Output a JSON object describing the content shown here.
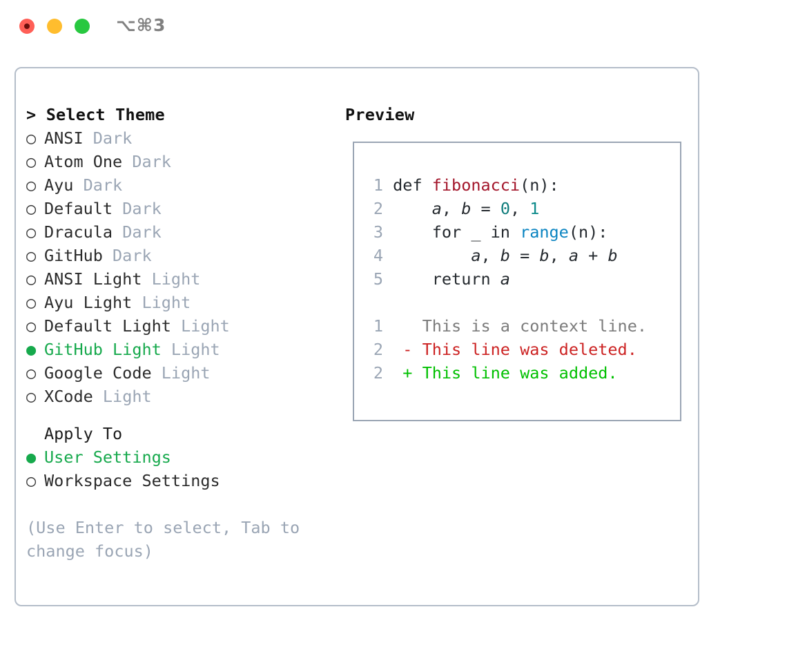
{
  "titlebar": {
    "shortcut": "⌥⌘3",
    "buttons": [
      {
        "name": "close",
        "color": "#ff5f57"
      },
      {
        "name": "minimize",
        "color": "#ffbd2e"
      },
      {
        "name": "zoom",
        "color": "#28c840"
      }
    ]
  },
  "theme_list": {
    "header": "> Select Theme",
    "bullet_empty": "○",
    "bullet_filled": "●",
    "items": [
      {
        "bullet": "○",
        "label": "ANSI",
        "tag": "Dark",
        "selected": false
      },
      {
        "bullet": "○",
        "label": "Atom One",
        "tag": "Dark",
        "selected": false
      },
      {
        "bullet": "○",
        "label": "Ayu",
        "tag": "Dark",
        "selected": false
      },
      {
        "bullet": "○",
        "label": "Default",
        "tag": "Dark",
        "selected": false
      },
      {
        "bullet": "○",
        "label": "Dracula",
        "tag": "Dark",
        "selected": false
      },
      {
        "bullet": "○",
        "label": "GitHub",
        "tag": "Dark",
        "selected": false
      },
      {
        "bullet": "○",
        "label": "ANSI Light",
        "tag": "Light",
        "selected": false
      },
      {
        "bullet": "○",
        "label": "Ayu Light",
        "tag": "Light",
        "selected": false
      },
      {
        "bullet": "○",
        "label": "Default Light",
        "tag": "Light",
        "selected": false
      },
      {
        "bullet": "●",
        "label": "GitHub Light",
        "tag": "Light",
        "selected": true
      },
      {
        "bullet": "○",
        "label": "Google Code",
        "tag": "Light",
        "selected": false
      },
      {
        "bullet": "○",
        "label": "XCode",
        "tag": "Light",
        "selected": false
      }
    ]
  },
  "apply_to": {
    "header": "Apply To",
    "items": [
      {
        "bullet": "●",
        "label": "User Settings",
        "selected": true
      },
      {
        "bullet": "○",
        "label": "Workspace Settings",
        "selected": false
      }
    ]
  },
  "hint": "(Use Enter to select, Tab to change focus)",
  "preview": {
    "title": "Preview",
    "code_lines": [
      {
        "no": "1",
        "segments": [
          {
            "text": "def ",
            "style": "tok-def"
          },
          {
            "text": "fibonacci",
            "style": "tok-fn"
          },
          {
            "text": "(n):",
            "style": "tok-def"
          }
        ]
      },
      {
        "no": "2",
        "segments": [
          {
            "text": "    ",
            "style": "tok-def"
          },
          {
            "text": "a",
            "style": "tok-var"
          },
          {
            "text": ", ",
            "style": "tok-def"
          },
          {
            "text": "b",
            "style": "tok-var"
          },
          {
            "text": " = ",
            "style": "tok-def"
          },
          {
            "text": "0",
            "style": "tok-num"
          },
          {
            "text": ", ",
            "style": "tok-def"
          },
          {
            "text": "1",
            "style": "tok-num2"
          }
        ]
      },
      {
        "no": "3",
        "segments": [
          {
            "text": "    for _ in ",
            "style": "tok-kw"
          },
          {
            "text": "range",
            "style": "tok-call"
          },
          {
            "text": "(n):",
            "style": "tok-def"
          }
        ]
      },
      {
        "no": "4",
        "segments": [
          {
            "text": "        ",
            "style": "tok-def"
          },
          {
            "text": "a",
            "style": "tok-var"
          },
          {
            "text": ", ",
            "style": "tok-def"
          },
          {
            "text": "b",
            "style": "tok-var"
          },
          {
            "text": " = ",
            "style": "tok-def"
          },
          {
            "text": "b",
            "style": "tok-var"
          },
          {
            "text": ", ",
            "style": "tok-def"
          },
          {
            "text": "a",
            "style": "tok-var"
          },
          {
            "text": " + ",
            "style": "tok-def"
          },
          {
            "text": "b",
            "style": "tok-var"
          }
        ]
      },
      {
        "no": "5",
        "segments": [
          {
            "text": "    return ",
            "style": "tok-kw"
          },
          {
            "text": "a",
            "style": "tok-var"
          }
        ]
      }
    ],
    "diff_lines": [
      {
        "no": "1",
        "marker": "  ",
        "text": "This is a context line.",
        "kind": "context"
      },
      {
        "no": "2",
        "marker": "- ",
        "text": "This line was deleted.",
        "kind": "deleted"
      },
      {
        "no": "2",
        "marker": "+ ",
        "text": "This line was added.",
        "kind": "added"
      }
    ]
  },
  "colors": {
    "accent_green": "#16a94c",
    "muted": "#9aa5b4",
    "diff_add": "#00c000",
    "diff_del": "#cc2222",
    "border": "#b4bdc9"
  }
}
